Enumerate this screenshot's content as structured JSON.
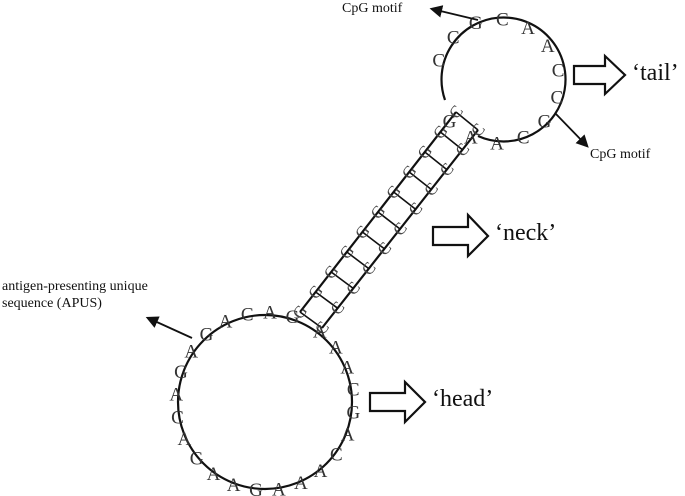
{
  "figure": {
    "labels": {
      "tail": "‘tail’",
      "neck": "‘neck’",
      "head": "‘head’",
      "cpg_top": "CpG motif",
      "cpg_right": "CpG motif",
      "apus_line1": "antigen-presenting unique",
      "apus_line2": "sequence (APUS)"
    },
    "head_loop": [
      "G",
      "A",
      "C",
      "A",
      "G",
      "A",
      "G",
      "A",
      "C",
      "A",
      "G",
      "A",
      "A",
      "G",
      "A",
      "A",
      "A",
      "C",
      "A",
      "G",
      "C",
      "A",
      "A",
      "A"
    ],
    "tail_loop": [
      "C",
      "C",
      "G",
      "C",
      "A",
      "A",
      "C",
      "C",
      "G",
      "C",
      "A",
      "A",
      "G"
    ],
    "stem": {
      "left_strand": [
        "G",
        "G",
        "G",
        "G",
        "G",
        "G",
        "G",
        "G",
        "G",
        "G",
        "C"
      ],
      "right_strand": [
        "C",
        "C",
        "C",
        "C",
        "C",
        "C",
        "C",
        "C",
        "C",
        "C",
        "C"
      ]
    },
    "colors": {
      "line": "#111111",
      "text": "#111111"
    }
  }
}
